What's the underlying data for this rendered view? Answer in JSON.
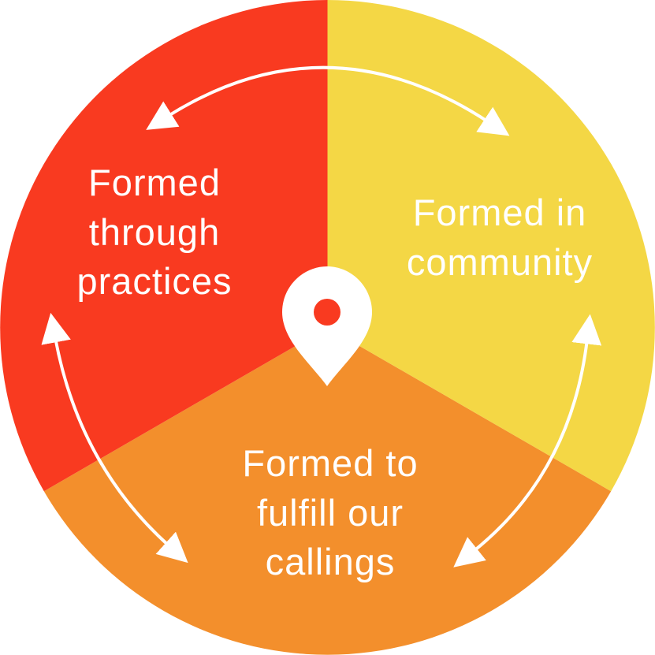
{
  "colors": {
    "practices": "#F93A20",
    "community": "#F4D745",
    "callings": "#F38F2C",
    "arrows": "#FFFFFF",
    "pin": "#FFFFFF",
    "pin_dot": "#F93A20"
  },
  "segments": {
    "practices": {
      "line1": "Formed",
      "line2": "through",
      "line3": "practices"
    },
    "community": {
      "line1": "Formed in",
      "line2": "community"
    },
    "callings": {
      "line1": "Formed to",
      "line2": "fulfill our",
      "line3": "callings"
    }
  },
  "center_icon": "location-pin-icon",
  "arrow_icon": "double-headed-curved-arrow-icon"
}
